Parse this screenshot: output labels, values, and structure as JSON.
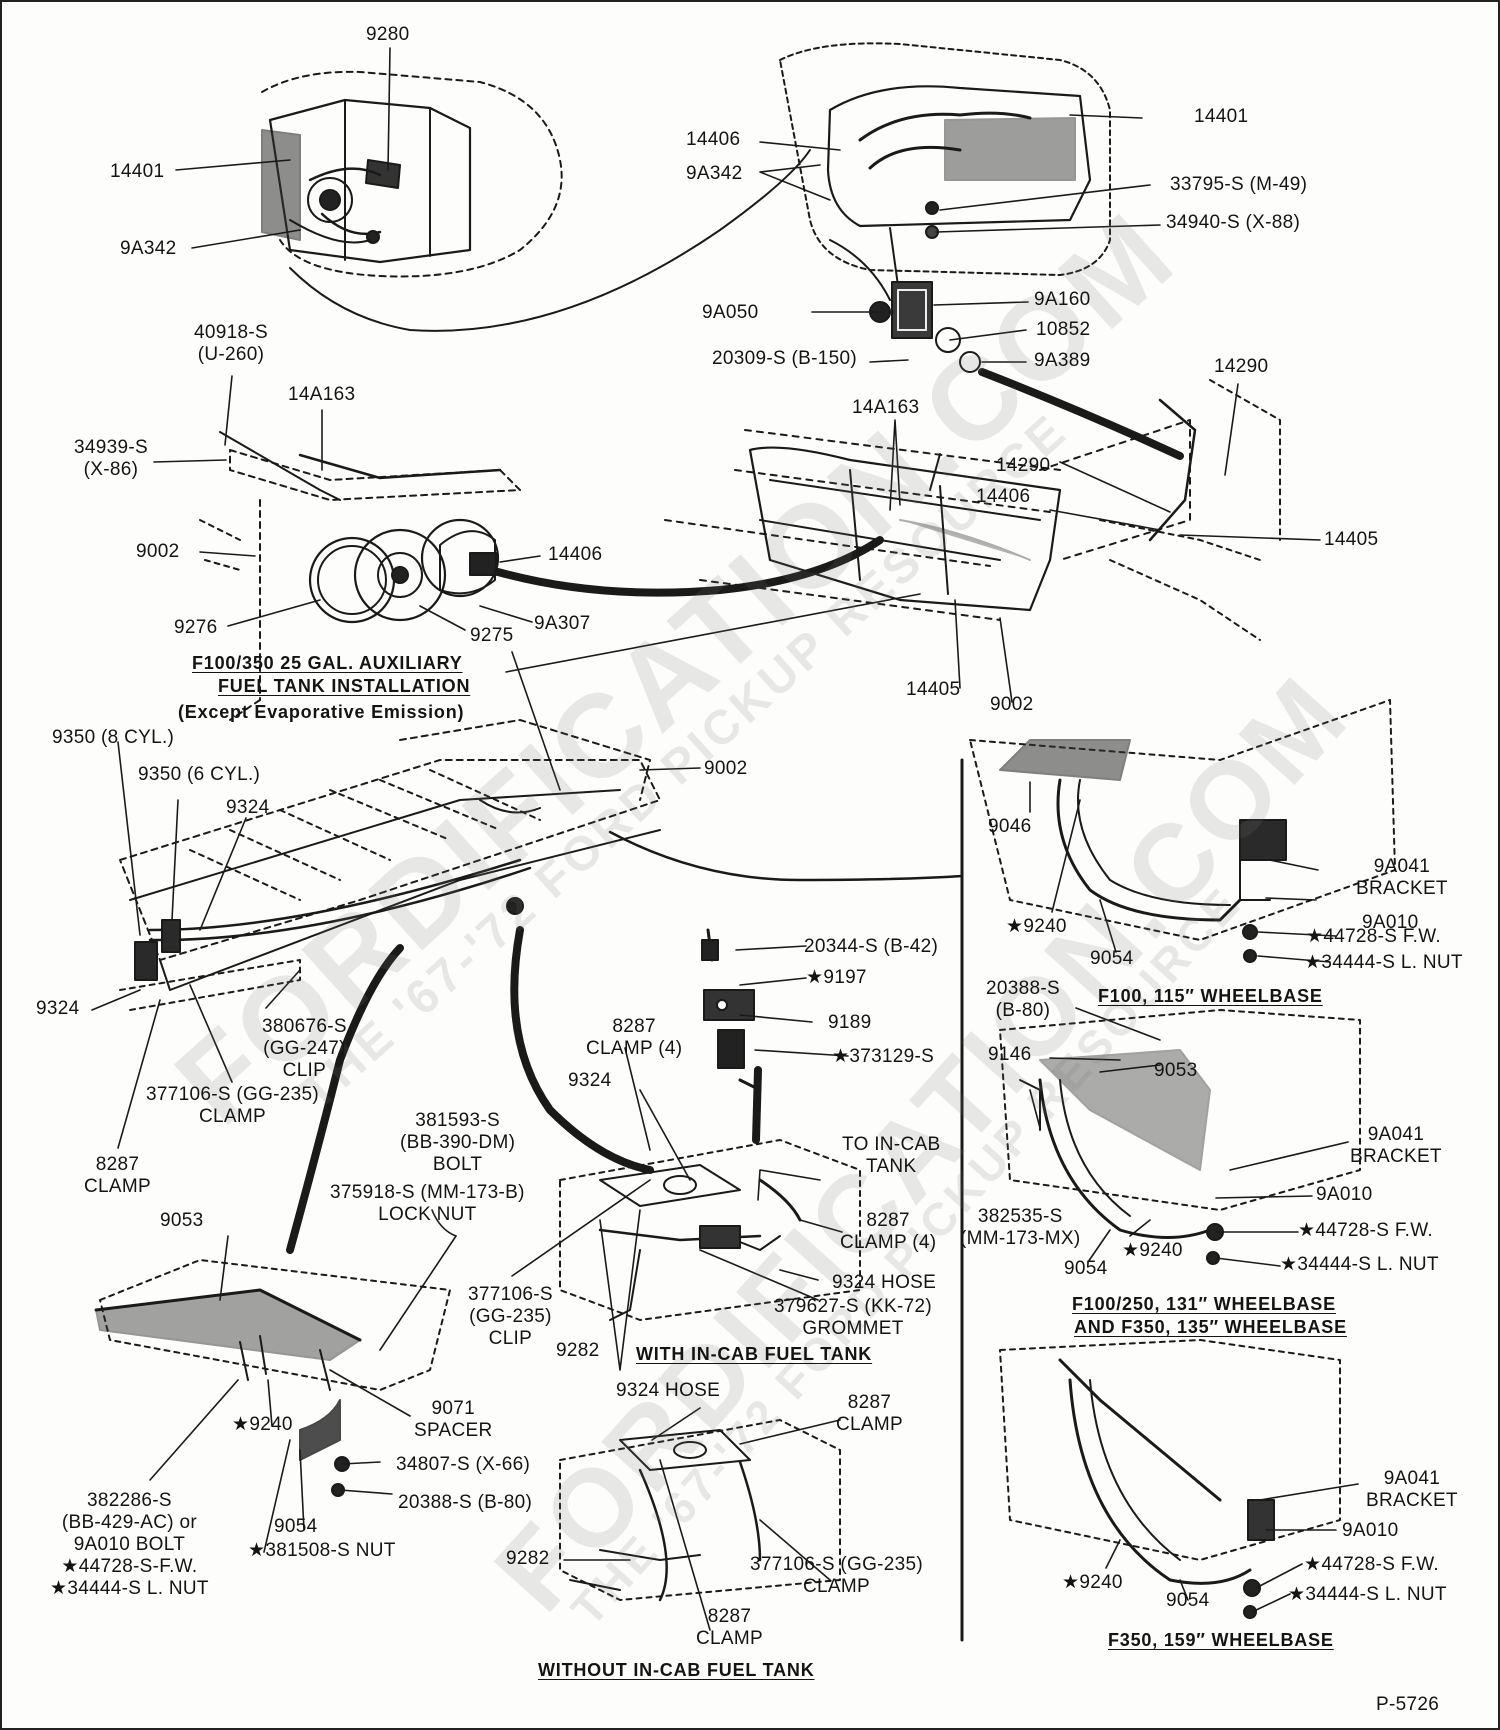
{
  "figure_code": "P-5726",
  "watermark": {
    "primary": "FORDIFICATION.COM",
    "secondary": "THE '67-'72 FORD PICKUP RESOURCE"
  },
  "captions": {
    "aux_tank": [
      "F100/350 25 GAL. AUXILIARY",
      "FUEL TANK INSTALLATION",
      "(Except Evaporative Emission)"
    ],
    "with_in_cab": "WITH IN-CAB FUEL TANK",
    "without_in_cab": "WITHOUT IN-CAB FUEL TANK",
    "f100_115": "F100, 115″ WHEELBASE",
    "f100_250_131": [
      "F100/250, 131″ WHEELBASE",
      "AND F350, 135″ WHEELBASE"
    ],
    "f350_159": "F350, 159″ WHEELBASE"
  },
  "labels": {
    "top_left": {
      "l9280": "9280",
      "l14401": "14401",
      "l9a342": "9A342"
    },
    "top_right": {
      "l14401": "14401",
      "l14406": "14406",
      "l9a342": "9A342",
      "l33795": "33795-S (M-49)",
      "l34940": "34940-S (X-88)",
      "l9a050": "9A050",
      "l9a160": "9A160",
      "l10852": "10852",
      "l20309": "20309-S (B-150)",
      "l9a389": "9A389",
      "l14290a": "14290",
      "l14a163": "14A163",
      "l14290b": "14290",
      "l14405a": "14405",
      "l14405b": "14405",
      "l9002": "9002"
    },
    "aux_left": {
      "l40918": [
        "40918-S",
        "(U-260)"
      ],
      "l14a163": "14A163",
      "l34939": [
        "34939-S",
        "(X-86)"
      ],
      "l9002": "9002",
      "l14406": "14406",
      "l9276": "9276",
      "l9275": "9275",
      "l9a307": "9A307"
    },
    "frame_left": {
      "l9350_8": "9350 (8 CYL.)",
      "l9350_6": "9350 (6 CYL.)",
      "l9324a": "9324",
      "l9002": "9002",
      "l9324b": "9324",
      "l380676": [
        "380676-S",
        "(GG-247)",
        "CLIP"
      ],
      "l377106": [
        "377106-S (GG-235)",
        "CLAMP"
      ],
      "l8287": [
        "8287",
        "CLAMP"
      ]
    },
    "center": {
      "l20344": "20344-S (B-42)",
      "l9197": "★9197",
      "l9189": "9189",
      "l373129": "★373129-S",
      "l8287c4": [
        "8287",
        "CLAMP (4)"
      ],
      "l9324": "9324",
      "l381593": [
        "381593-S",
        "(BB-390-DM)",
        "BOLT"
      ],
      "l375918": [
        "375918-S (MM-173-B)",
        "LOCK NUT"
      ],
      "l_to_incab": [
        "TO IN-CAB",
        "TANK"
      ],
      "l8287r": [
        "8287",
        "CLAMP (4)"
      ],
      "l9324hose": "9324 HOSE",
      "l379627": [
        "379627-S (KK-72)",
        "GROMMET"
      ],
      "l377106": [
        "377106-S",
        "(GG-235)",
        "CLIP"
      ],
      "l9282": "9282"
    },
    "bottom_left": {
      "l9053": "9053",
      "l9071": [
        "9071",
        "SPACER"
      ],
      "l9240": "★9240",
      "l34807": "34807-S (X-66)",
      "l20388": "20388-S (B-80)",
      "l382286": [
        "382286-S",
        "(BB-429-AC) or",
        "9A010 BOLT",
        "★44728-S-F.W.",
        "★34444-S L. NUT"
      ],
      "l9054": "9054",
      "l381508": "★381508-S NUT"
    },
    "bottom_center": {
      "l9324hose": "9324 HOSE",
      "l8287a": [
        "8287",
        "CLAMP"
      ],
      "l9282": "9282",
      "l377106": [
        "377106-S (GG-235)",
        "CLAMP"
      ],
      "l8287b": [
        "8287",
        "CLAMP"
      ]
    },
    "right_115": {
      "l9046": "9046",
      "l9a041": [
        "9A041",
        "BRACKET"
      ],
      "l9a010": "9A010",
      "l9240": "★9240",
      "l44728": "★44728-S F.W.",
      "l9054": "9054",
      "l34444": "★34444-S L. NUT"
    },
    "right_131": {
      "l20388": [
        "20388-S",
        "(B-80)"
      ],
      "l9146": "9146",
      "l9053": "9053",
      "l9a041": [
        "9A041",
        "BRACKET"
      ],
      "l9a010": "9A010",
      "l382535": [
        "382535-S",
        "(MM-173-MX)"
      ],
      "l9240": "★9240",
      "l44728": "★44728-S F.W.",
      "l9054": "9054",
      "l34444": "★34444-S L. NUT"
    },
    "right_159": {
      "l9a041": [
        "9A041",
        "BRACKET"
      ],
      "l9a010": "9A010",
      "l9240": "★9240",
      "l44728": "★44728-S F.W.",
      "l9054": "9054",
      "l34444": "★34444-S L. NUT"
    }
  },
  "colors": {
    "ink": "#141414",
    "paper": "#fdfdfb",
    "watermark": "#9a9a9a"
  }
}
